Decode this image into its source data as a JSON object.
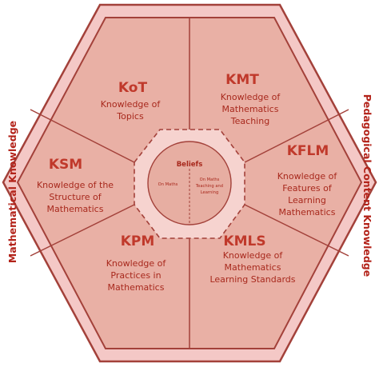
{
  "outer_label_left": "Mathematical Knowledge",
  "outer_label_right": "Pedagogical Content Knowledge",
  "center": {
    "title": "Beliefs",
    "left": "On Maths",
    "right": [
      "On Maths",
      "Teaching and",
      "Learning"
    ]
  },
  "segments": [
    {
      "abbr": "KoT",
      "lines": [
        "Knowledge of",
        "Topics"
      ]
    },
    {
      "abbr": "KMT",
      "lines": [
        "Knowledge of",
        "Mathematics",
        "Teaching"
      ]
    },
    {
      "abbr": "KSM",
      "lines": [
        "Knowledge of the",
        "Structure of",
        "Mathematics"
      ]
    },
    {
      "abbr": "KFLM",
      "lines": [
        "Knowledge of",
        "Features of",
        "Learning",
        "Mathematics"
      ]
    },
    {
      "abbr": "KPM",
      "lines": [
        "Knowledge of",
        "Practices in",
        "Mathematics"
      ]
    },
    {
      "abbr": "KMLS",
      "lines": [
        "Knowledge of",
        "Mathematics",
        "Learning Standards"
      ]
    }
  ],
  "colors": {
    "outer_band": "#f4c8c6",
    "segment_fill": "#e9b0a5",
    "inner_hex": "#f6d3cf",
    "circle": "#e7aea2",
    "lines": "#a3413a",
    "text": "#c0392b"
  }
}
